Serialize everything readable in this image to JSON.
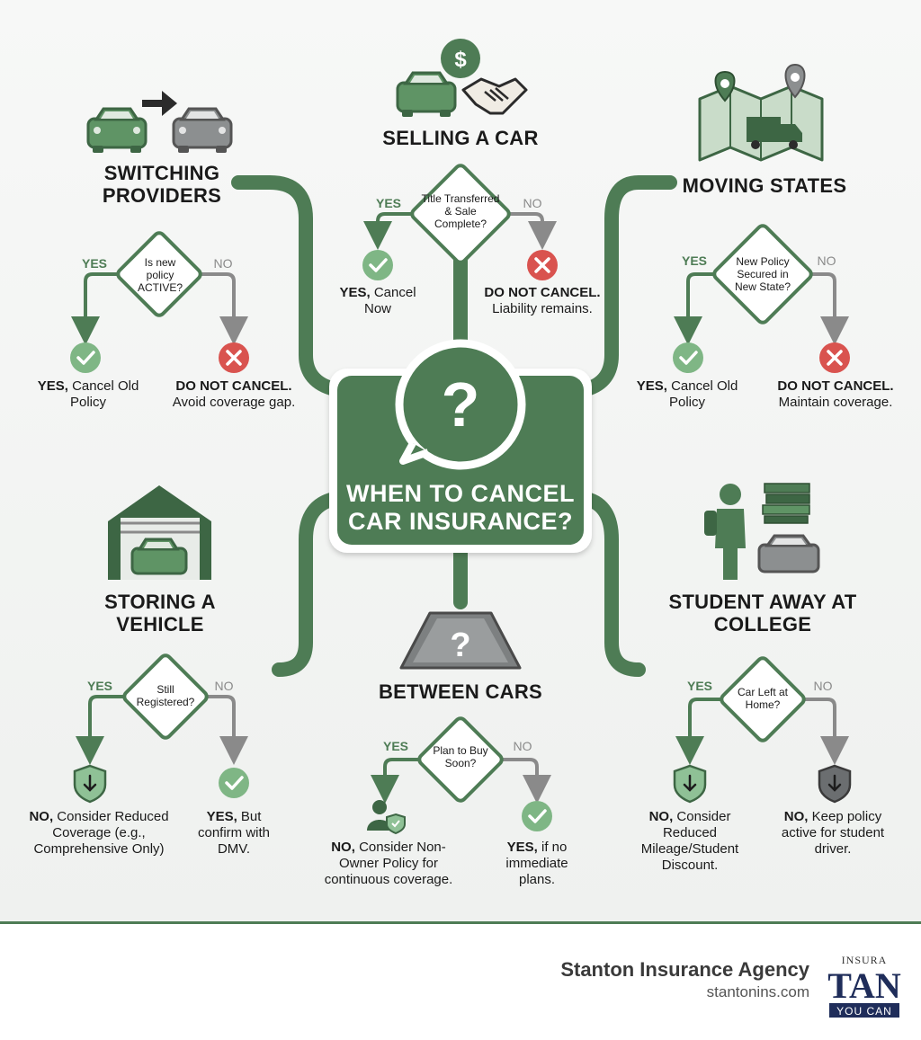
{
  "title": "WHEN TO CANCEL CAR INSURANCE?",
  "colors": {
    "green": "#4e7c55",
    "dark_green": "#3d6644",
    "red": "#d9534f",
    "gray": "#8a8a8a",
    "light_green": "#7fb685"
  },
  "scenarios": {
    "switching": {
      "heading": "SWITCHING PROVIDERS",
      "question": "Is new policy ACTIVE?",
      "yes": "YES",
      "no": "NO",
      "yes_outcome_bold": "YES,",
      "yes_outcome_text": "Cancel Old Policy",
      "no_outcome_bold": "DO NOT CANCEL.",
      "no_outcome_text": "Avoid coverage gap."
    },
    "selling": {
      "heading": "SELLING A CAR",
      "question": "Title Transferred & Sale Complete?",
      "yes": "YES",
      "no": "NO",
      "yes_outcome_bold": "YES,",
      "yes_outcome_text": "Cancel Now",
      "no_outcome_bold": "DO NOT CANCEL.",
      "no_outcome_text": "Liability remains."
    },
    "moving": {
      "heading": "MOVING STATES",
      "question": "New Policy Secured in New State?",
      "yes": "YES",
      "no": "NO",
      "yes_outcome_bold": "YES,",
      "yes_outcome_text": "Cancel Old Policy",
      "no_outcome_bold": "DO NOT CANCEL.",
      "no_outcome_text": "Maintain coverage."
    },
    "storing": {
      "heading": "STORING A VEHICLE",
      "question": "Still Registered?",
      "yes": "YES",
      "no": "NO",
      "yes_outcome_bold": "NO,",
      "yes_outcome_text": "Consider Reduced Coverage (e.g., Comprehensive Only)",
      "no_outcome_bold": "YES,",
      "no_outcome_text": "But confirm with DMV."
    },
    "between": {
      "heading": "BETWEEN CARS",
      "question": "Plan to Buy Soon?",
      "yes": "YES",
      "no": "NO",
      "yes_outcome_bold": "NO,",
      "yes_outcome_text": "Consider Non-Owner Policy for continuous coverage.",
      "no_outcome_bold": "YES,",
      "no_outcome_text": "if no immediate plans."
    },
    "student": {
      "heading": "STUDENT AWAY AT COLLEGE",
      "question": "Car Left at Home?",
      "yes": "YES",
      "no": "NO",
      "yes_outcome_bold": "NO,",
      "yes_outcome_text": "Consider Reduced Mileage/Student Discount.",
      "no_outcome_bold": "NO,",
      "no_outcome_text": "Keep policy active for student driver."
    }
  },
  "icons": {
    "center": "speech-bubble-question-icon",
    "switching": "car-switch-icon",
    "selling": "car-handshake-dollar-icon",
    "moving": "map-truck-pins-icon",
    "storing": "garage-car-icon",
    "between": "road-question-icon",
    "student": "student-books-car-icon"
  },
  "footer": {
    "agency": "Stanton Insurance Agency",
    "url": "stantonins.com",
    "logo_top": "INSURA",
    "logo_mid": "TAN",
    "logo_bottom": "YOU CAN"
  }
}
